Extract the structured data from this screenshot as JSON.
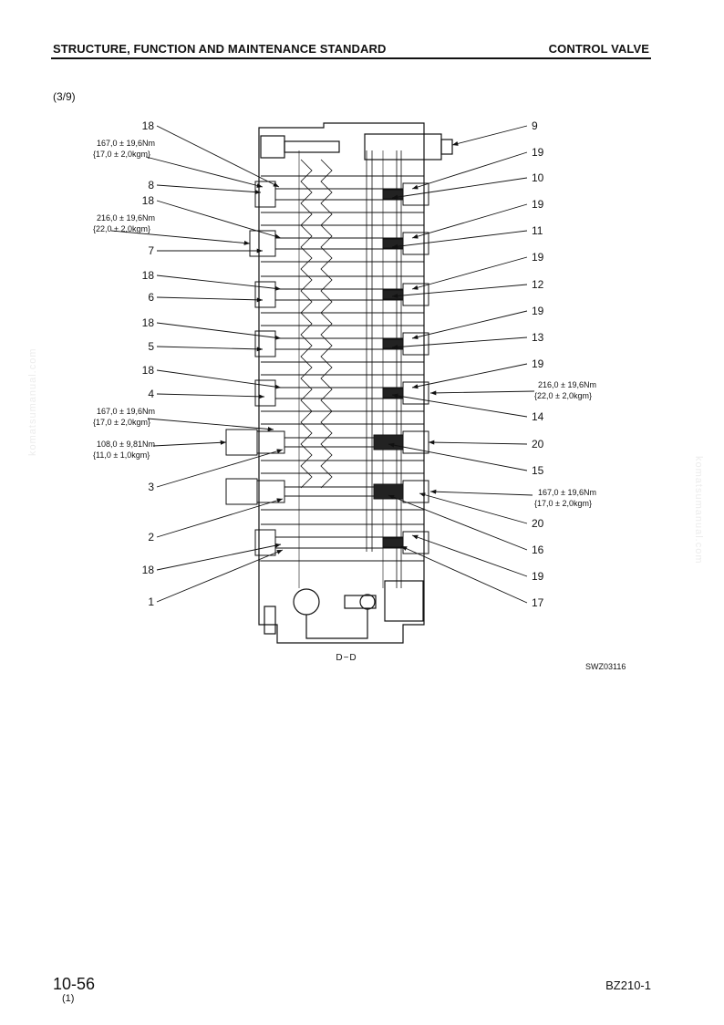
{
  "header": {
    "left": "STRUCTURE, FUNCTION AND MAINTENANCE STANDARD",
    "right": "CONTROL VALVE"
  },
  "section": "(3/9)",
  "watermark": "komatsumanual.com",
  "figure": {
    "caption": "D−D",
    "code": "SWZ03116",
    "left_labels": [
      "18",
      "8",
      "18",
      "7",
      "18",
      "6",
      "18",
      "5",
      "18",
      "4",
      "3",
      "2",
      "18",
      "1"
    ],
    "right_labels": [
      "9",
      "19",
      "10",
      "19",
      "11",
      "19",
      "12",
      "19",
      "13",
      "19",
      "14",
      "20",
      "15",
      "20",
      "16",
      "19",
      "17"
    ],
    "torques": {
      "t1": [
        "167,0 ± 19,6Nm",
        "{17,0 ± 2,0kgm}"
      ],
      "t2": [
        "216,0 ± 19,6Nm",
        "{22,0 ± 2,0kgm}"
      ],
      "t3": [
        "167,0 ± 19,6Nm",
        "{17,0 ± 2,0kgm}"
      ],
      "t4": [
        "108,0 ± 9,81Nm",
        "{11,0 ± 1,0kgm}"
      ],
      "t5": [
        "216,0 ± 19,6Nm",
        "{22,0 ± 2,0kgm}"
      ],
      "t6": [
        "167,0 ± 19,6Nm",
        "{17,0 ± 2,0kgm}"
      ]
    }
  },
  "footer": {
    "page": "10-56",
    "sub": "(1)",
    "model": "BZ210-1"
  }
}
